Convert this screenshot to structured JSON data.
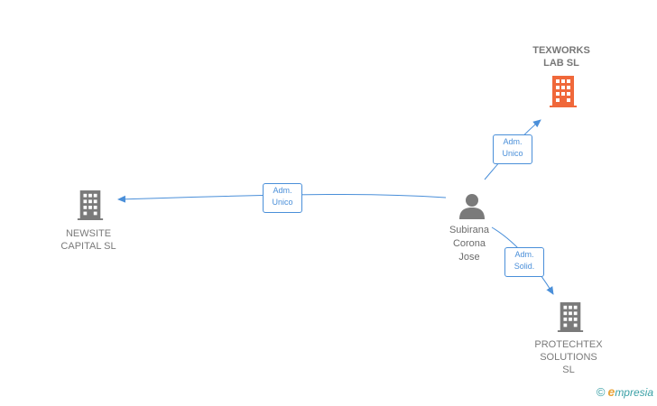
{
  "nodes": {
    "texworks": {
      "line1": "TEXWORKS",
      "line2": "LAB  SL",
      "color": "#f0683a"
    },
    "newsite": {
      "line1": "NEWSITE",
      "line2": "CAPITAL  SL",
      "color": "#7a7a7a"
    },
    "protechtex": {
      "line1": "PROTECHTEX",
      "line2": "SOLUTIONS",
      "line3": "SL",
      "color": "#7a7a7a"
    },
    "person": {
      "line1": "Subirana",
      "line2": "Corona",
      "line3": "Jose",
      "color": "#7a7a7a"
    }
  },
  "edges": {
    "to_texworks": {
      "line1": "Adm.",
      "line2": "Unico"
    },
    "to_newsite": {
      "line1": "Adm.",
      "line2": "Unico"
    },
    "to_protechtex": {
      "line1": "Adm.",
      "line2": "Solid."
    }
  },
  "edge_color": "#4a8fd9",
  "footer": {
    "copyright": "©",
    "brand_initial": "e",
    "brand_rest": "mpresia"
  }
}
